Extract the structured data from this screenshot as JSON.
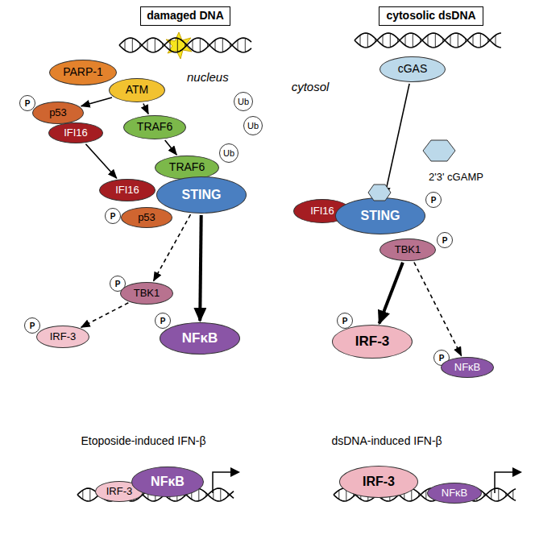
{
  "diagram": {
    "nodes": [
      {
        "text": [
          "nucleus"
        ]
      },
      {
        "text": [
          "damaged DNA"
        ],
        "in": 0
      },
      {
        "text": [
          "PARP-1"
        ],
        "in": 0
      },
      {
        "text": [
          "ATM"
        ],
        "in": 0
      },
      {
        "text": [
          "P"
        ],
        "in": 0
      },
      {
        "text": [
          "p53"
        ],
        "in": 0
      },
      {
        "text": [
          "IFI16"
        ],
        "in": 0
      },
      {
        "text": [
          "TRAF6"
        ],
        "in": 0
      },
      {
        "text": [
          "cytosolic dsDNA"
        ]
      },
      {
        "text": [
          "cGAS"
        ]
      },
      {
        "text": [
          "Ub"
        ]
      },
      {
        "text": [
          "Ub"
        ]
      },
      {
        "text": [
          "Ub"
        ]
      },
      {
        "text": [
          "TRAF6"
        ]
      },
      {
        "text": [
          "IFI16"
        ]
      },
      {
        "text": [
          "STING"
        ]
      },
      {
        "text": [
          "P"
        ]
      },
      {
        "text": [
          "p53"
        ]
      },
      {
        "text": [
          "IFI16"
        ]
      },
      {
        "text": [
          "STING"
        ]
      },
      {
        "text": [
          "P"
        ]
      },
      {
        "text": [
          "TBK1"
        ]
      },
      {
        "text": [
          "P"
        ]
      },
      {
        "text": [
          "P"
        ]
      },
      {
        "text": [
          "TBK1"
        ]
      },
      {
        "text": [
          "P"
        ]
      },
      {
        "text": [
          "IRF-3"
        ]
      },
      {
        "text": [
          "P"
        ]
      },
      {
        "text": [
          "NFκB"
        ]
      },
      {
        "text": [
          "P"
        ]
      },
      {
        "text": [
          "IRF-3"
        ]
      },
      {
        "text": [
          "P"
        ]
      },
      {
        "text": [
          "NFκB"
        ]
      },
      {
        "text": [
          "IRF-3"
        ]
      },
      {
        "text": [
          "NFκB"
        ]
      },
      {
        "text": [
          "IRF-3"
        ]
      },
      {
        "text": [
          "NFκB"
        ]
      }
    ],
    "edges": [
      {
        "from": 3,
        "to": 5,
        "arrow": "to"
      },
      {
        "from": 3,
        "to": 7,
        "arrow": "to"
      },
      {
        "from": 6,
        "to": 14,
        "arrow": "to"
      },
      {
        "from": 7,
        "to": 13,
        "arrow": "to"
      },
      {
        "from": 15,
        "to": 24,
        "arrow": "to"
      },
      {
        "from": 15,
        "to": 28,
        "arrow": "to"
      },
      {
        "from": 24,
        "to": 26,
        "arrow": "to"
      },
      {
        "from": 9,
        "to": 19,
        "arrow": "to"
      },
      {
        "from": 21,
        "to": 30,
        "arrow": "to"
      },
      {
        "from": 21,
        "to": 32,
        "arrow": "to"
      }
    ],
    "labels": [
      "cytosol",
      "2'3' cGAMP",
      "Etoposide-induced IFN-β",
      "dsDNA-induced IFN-β"
    ]
  }
}
